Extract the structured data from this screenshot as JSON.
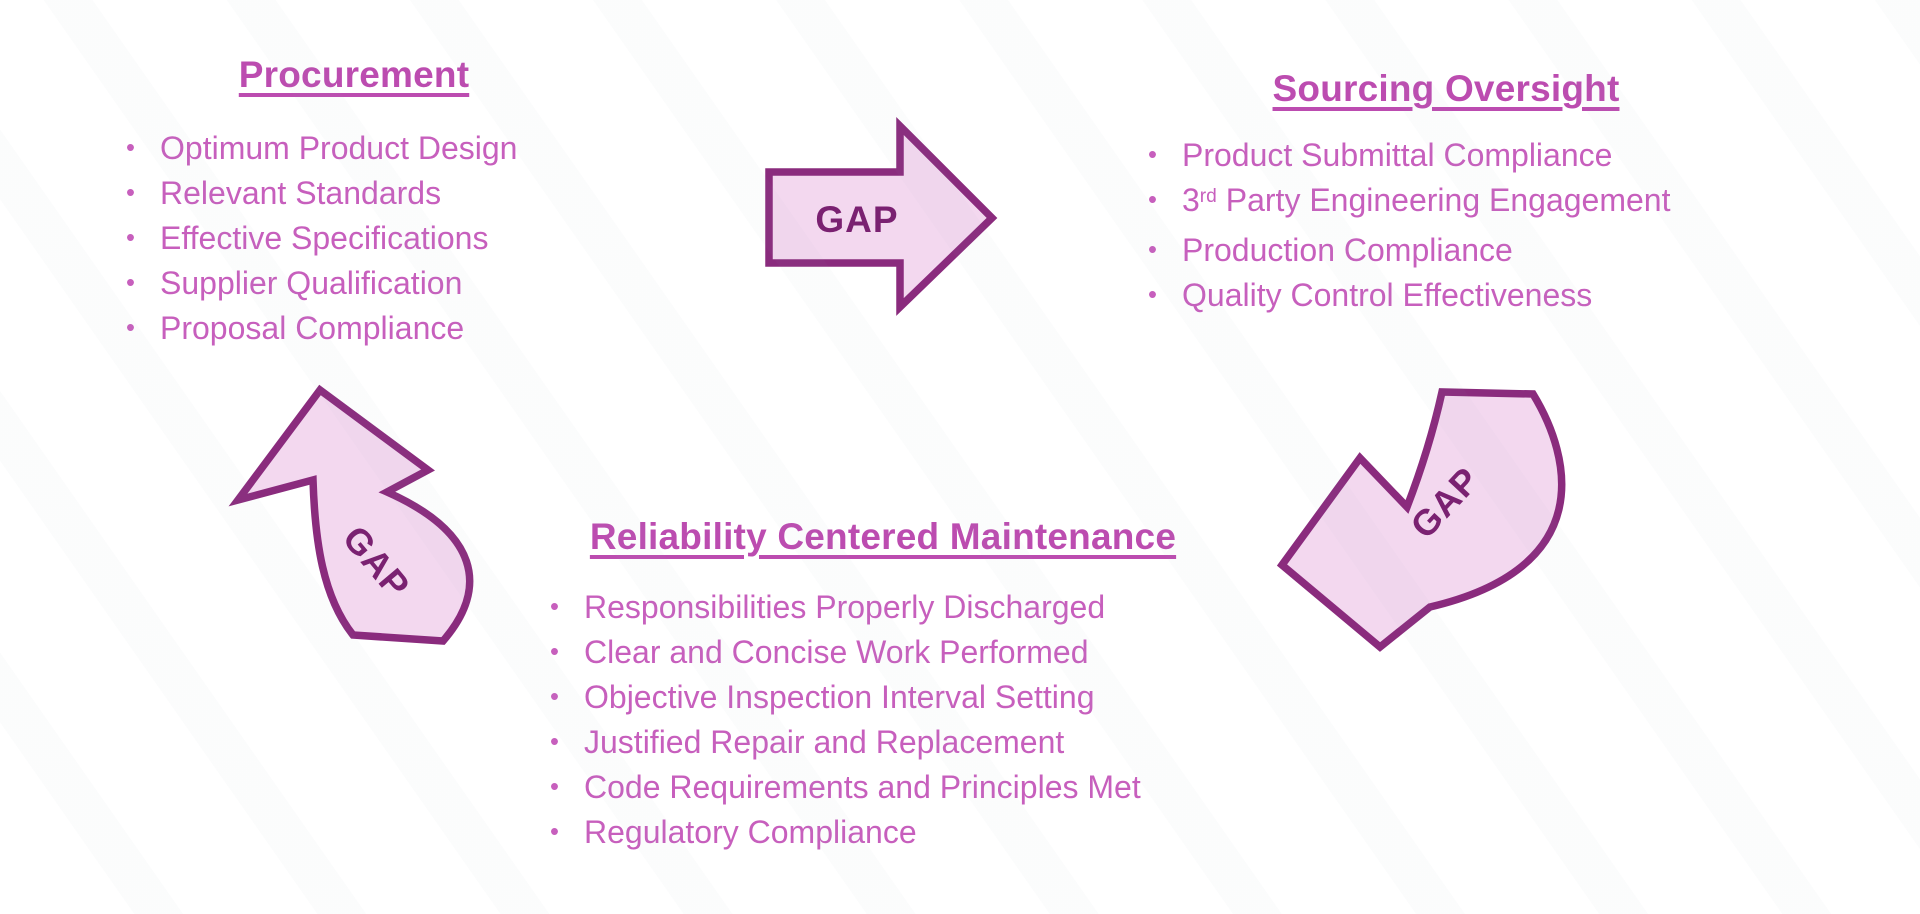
{
  "colors": {
    "heading": "#bc4cb0",
    "body_text": "#c75fbd",
    "arrow_fill": "#f3d8ef",
    "arrow_outline": "#8a2b7d",
    "gap_label_text": "#7a2171",
    "background": "#ffffff"
  },
  "sections": {
    "procurement": {
      "title": "Procurement",
      "items": [
        "Optimum Product Design",
        "Relevant Standards",
        "Effective Specifications",
        "Supplier Qualification",
        "Proposal Compliance"
      ]
    },
    "sourcing_oversight": {
      "title": "Sourcing Oversight",
      "items": [
        "Product Submittal Compliance",
        {
          "pre": "3",
          "sup": "rd",
          "post": " Party Engineering Engagement"
        },
        "Production Compliance",
        "Quality Control Effectiveness"
      ]
    },
    "reliability_centered_maintenance": {
      "title": "Reliability Centered Maintenance",
      "items": [
        "Responsibilities Properly Discharged",
        "Clear and Concise Work Performed",
        "Objective Inspection Interval Setting",
        "Justified Repair and Replacement",
        "Code Requirements and Principles Met",
        "Regulatory Compliance"
      ]
    }
  },
  "arrows": {
    "procurement_to_sourcing": {
      "label": "GAP"
    },
    "sourcing_to_rcm": {
      "label": "GAP"
    },
    "rcm_to_procurement": {
      "label": "GAP"
    }
  }
}
